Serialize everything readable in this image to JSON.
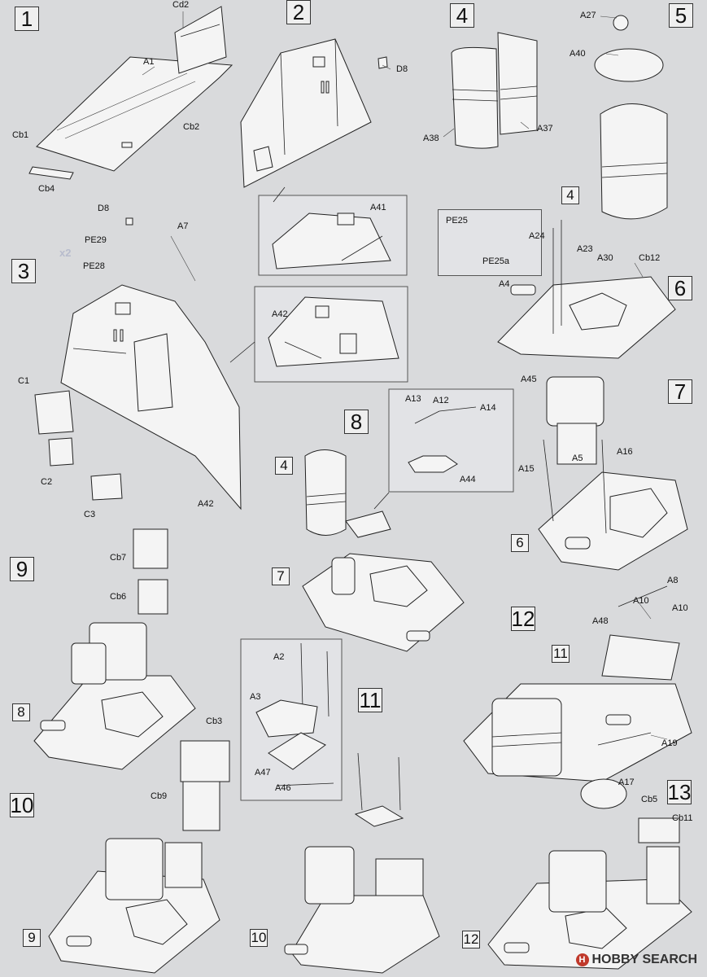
{
  "steps": [
    "1",
    "2",
    "3",
    "4",
    "5",
    "6",
    "7",
    "8",
    "9",
    "10",
    "11",
    "12",
    "13"
  ],
  "step_refs": {
    "s5_ref": "4",
    "s6_ref": "6",
    "s8_ref_4": "4",
    "s8_ref_7": "7",
    "s9_ref": "8",
    "s11_ref": "11",
    "s13_ref_9": "9",
    "s13_ref_10": "10",
    "s13_ref_12": "12"
  },
  "labels": {
    "cd2": "Cd2",
    "a1": "A1",
    "cb1": "Cb1",
    "cb2": "Cb2",
    "cb4": "Cb4",
    "d8a": "D8",
    "a41": "A41",
    "a42a": "A42",
    "a38": "A38",
    "a37": "A37",
    "a27": "A27",
    "a40": "A40",
    "d8b": "D8",
    "a7": "A7",
    "pe29": "PE29",
    "pe28": "PE28",
    "x2": "x2",
    "c1": "C1",
    "c2": "C2",
    "c3": "C3",
    "a42b": "A42",
    "pe25": "PE25",
    "pe25a": "PE25a",
    "a24": "A24",
    "a23": "A23",
    "a30": "A30",
    "cb12": "Cb12",
    "a4": "A4",
    "a45": "A45",
    "a5": "A5",
    "a15": "A15",
    "a16": "A16",
    "a13": "A13",
    "a12": "A12",
    "a14": "A14",
    "a44": "A44",
    "cb7": "Cb7",
    "cb6": "Cb6",
    "a8": "A8",
    "a10a": "A10",
    "a10b": "A10",
    "a48": "A48",
    "a19": "A19",
    "a2": "A2",
    "a3": "A3",
    "a47": "A47",
    "a46": "A46",
    "cb3": "Cb3",
    "cb9": "Cb9",
    "a17": "A17",
    "cb5": "Cb5",
    "cb11": "Cb11"
  },
  "watermark": "HOBBY SEARCH"
}
